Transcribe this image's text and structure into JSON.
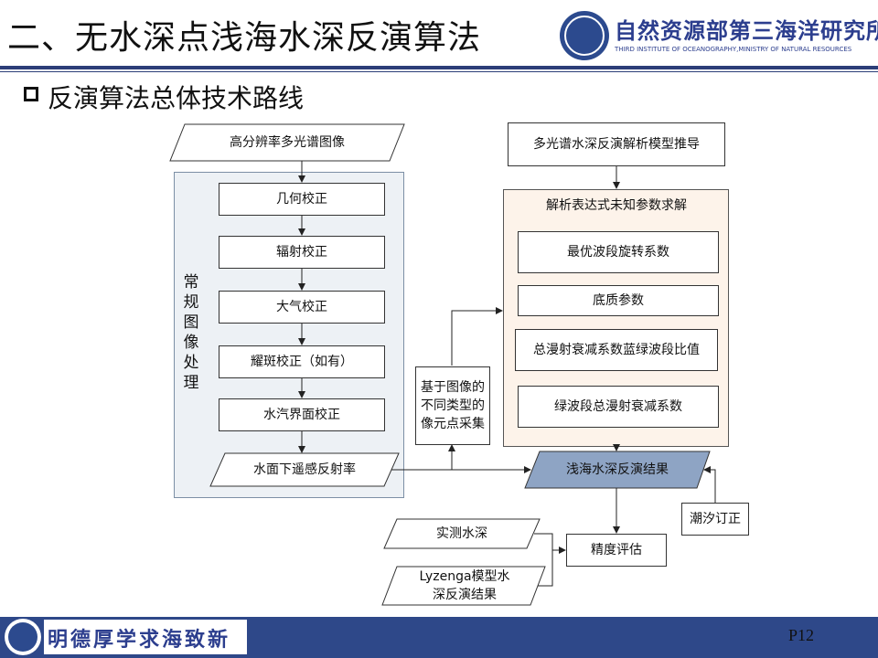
{
  "header": {
    "title": "二、无水深点浅海水深反演算法",
    "org_name_cn": "自然资源部第三海洋研究所",
    "org_name_en": "THIRD INSTITUTE OF OCEANOGRAPHY,MINISTRY OF NATURAL RESOURCES"
  },
  "section": {
    "heading": "反演算法总体技术路线"
  },
  "flowchart": {
    "input_image": "高分辨率多光谱图像",
    "group_label": "常规图像处理",
    "steps": [
      "几何校正",
      "辐射校正",
      "大气校正",
      "耀斑校正（如有）",
      "水汽界面校正"
    ],
    "rrs": "水面下遥感反射率",
    "sampling": [
      "基于图像的",
      "不同类型的",
      "像元点采集"
    ],
    "model_derivation": "多光谱水深反演解析模型推导",
    "solve_header": "解析表达式未知参数求解",
    "params": [
      "最优波段旋转系数",
      "底质参数",
      "总漫射衰减系数蓝绿波段比值",
      "绿波段总漫射衰减系数"
    ],
    "result": "浅海水深反演结果",
    "tide": "潮汐订正",
    "measured": "实测水深",
    "lyzenga": [
      "Lyzenga模型水",
      "深反演结果"
    ],
    "accuracy": "精度评估"
  },
  "footer": {
    "motto": "明德厚学求海致新",
    "page_number": "P12"
  },
  "colors": {
    "brand": "#2e4889",
    "panel_gray": "#edf1f5",
    "panel_peach": "#fdf3ea",
    "result_fill": "#8ea4c4"
  }
}
